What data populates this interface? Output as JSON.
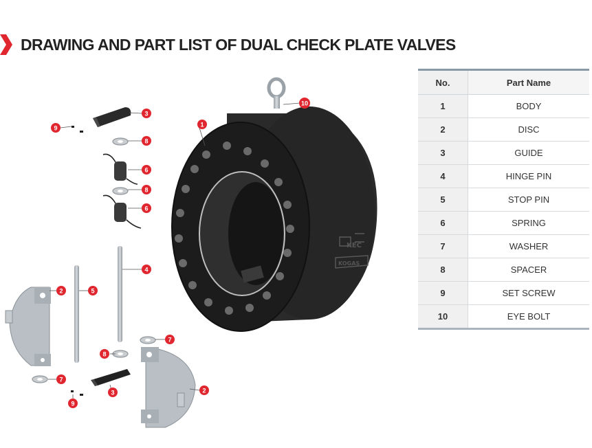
{
  "page": {
    "title": "DRAWING AND PART LIST OF DUAL CHECK PLATE VALVES",
    "accent_color": "#e0262e"
  },
  "table": {
    "headers": {
      "no": "No.",
      "name": "Part Name"
    },
    "rows": [
      {
        "no": "1",
        "name": "BODY"
      },
      {
        "no": "2",
        "name": "DISC"
      },
      {
        "no": "3",
        "name": "GUIDE"
      },
      {
        "no": "4",
        "name": "HINGE PIN"
      },
      {
        "no": "5",
        "name": "STOP PIN"
      },
      {
        "no": "6",
        "name": "SPRING"
      },
      {
        "no": "7",
        "name": "WASHER"
      },
      {
        "no": "8",
        "name": "SPACER"
      },
      {
        "no": "9",
        "name": "SET SCREW"
      },
      {
        "no": "10",
        "name": "EYE BOLT"
      }
    ]
  },
  "diagram": {
    "callouts": [
      "1",
      "2",
      "2",
      "3",
      "3",
      "4",
      "5",
      "6",
      "6",
      "7",
      "7",
      "8",
      "8",
      "8",
      "9",
      "9",
      "10"
    ],
    "body_embossed_text": [
      "KEC",
      "KOGAS"
    ]
  }
}
